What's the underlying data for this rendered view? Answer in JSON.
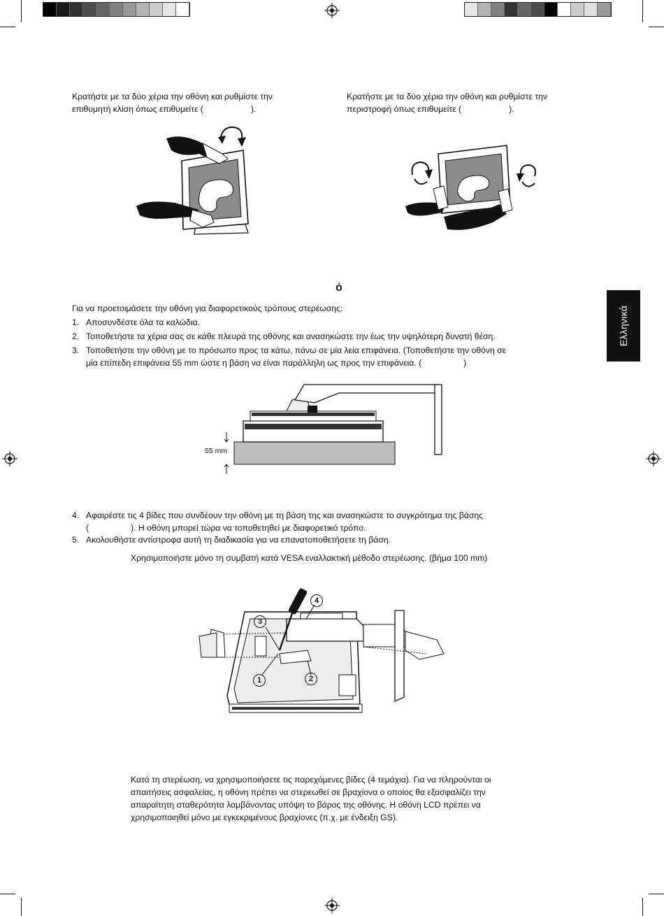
{
  "tilt": {
    "line1": "Κρατήστε με τα δύο χέρια την οθόνη και ρυθμίστε την",
    "line2": "επιθυμητή κλίση όπως επιθυμείτε (",
    "close": ")."
  },
  "swivel": {
    "line1": "Κρατήστε με τα δύο χέρια την οθόνη και ρυθμίστε την",
    "line2": "περιστροφή όπως επιθυμείτε (",
    "close": ")."
  },
  "section_heading": "ό",
  "side_tab": "Ελληνικά",
  "intro": "Για να προετοιμάσετε την οθόνη για διαφορετικούς τρόπους στερέωσης:",
  "steps": [
    {
      "num": "1.",
      "lines": [
        "Αποσυνδέστε όλα τα καλώδια."
      ]
    },
    {
      "num": "2.",
      "lines": [
        "Τοποθετήστε τα χέρια σας σε κάθε πλευρά της οθόνης και ανασηκώστε την έως την υψηλότερη δυνατή θέση."
      ]
    },
    {
      "num": "3.",
      "lines": [
        "Τοποθετήστε την οθόνη με το πρόσωπο προς τα κάτω, πάνω σε μία λεία επιφάνεια. (Τοποθετήστε την οθόνη σε",
        "μία επίπεδη επιφάνεια 55 mm ώστε η βάση να είναι παράλληλη ως προς την επιφάνεια. (",
        ")"
      ]
    },
    {
      "num": "4.",
      "lines": [
        "Αφαιρέστε τις 4 βίδες που συνδέουν την οθόνη με τη βάση της και ανασηκώστε το συγκρότημα της βάσης",
        "(",
        "). Η οθόνη μπορεί τώρα να τοποθετηθεί με διαφορετικό τρόπο."
      ]
    },
    {
      "num": "5.",
      "lines": [
        "Ακολουθήστε αντίστροφα αυτή τη διαδικασία για να επανατοποθετήσετε τη βάση."
      ]
    }
  ],
  "dim_label": "55 mm",
  "vesa_note": "Χρησιμοποιήστε μόνο τη συμβατή κατά VESA εναλλακτική μέθοδο στερέωσης. (βήμα 100 mm)",
  "callouts": [
    "1",
    "2",
    "3",
    "4"
  ],
  "warning": [
    "Κατά τη στερέωση, να χρησιμοποιήσετε τις παρεχόμενες βίδες (4 τεμάχια). Για να πληρούνται οι",
    "απαιτήσεις ασφαλείας, η οθόνη πρέπει να στερεωθεί σε βραχίονα ο οποίος θα εξασφαλίζει την",
    "απαραίτητη σταθερότητα λαμβάνοντας υπόψη το βάρος της οθόνης. Η οθόνη LCD πρέπει να",
    "χρησιμοποιηθεί μόνο με εγκεκριμένους βραχίονες (π.χ. με ένδειξη GS)."
  ],
  "colors": {
    "ink": "#111111",
    "tab_bg": "#111111",
    "tab_text": "#ffffff",
    "screen_grey": "#8c8c8c",
    "surface_grey": "#bdbdbd"
  }
}
